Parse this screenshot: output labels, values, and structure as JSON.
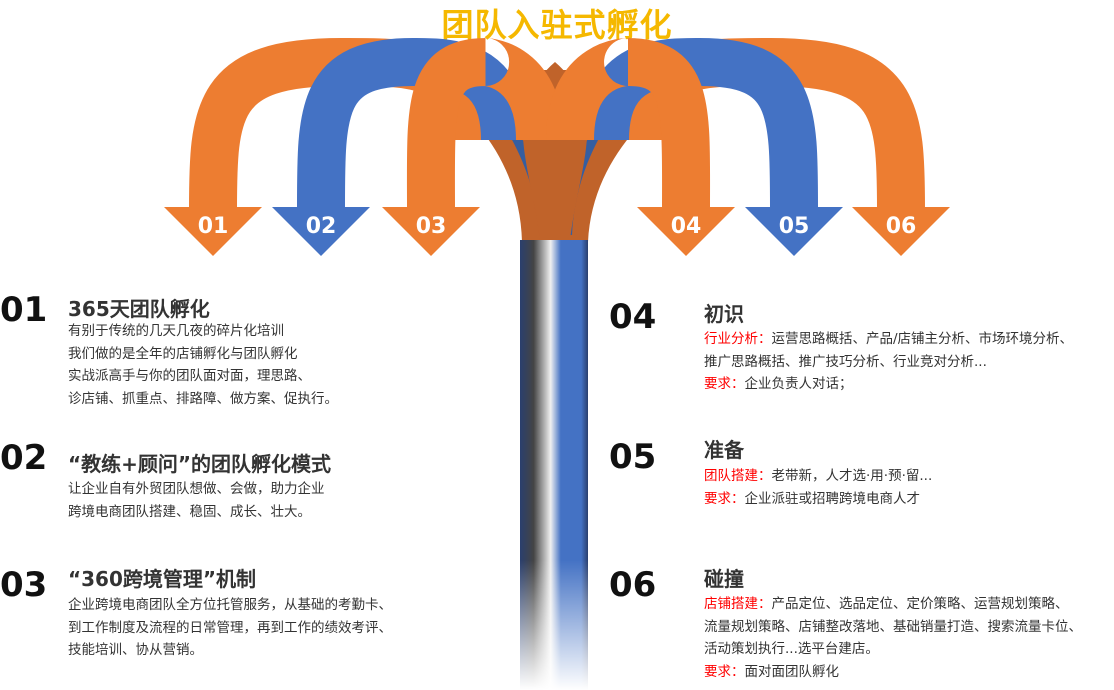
{
  "title": "团队入驻式孵化",
  "colors": {
    "orange": "#ed7d31",
    "blue": "#4472c4",
    "brown": "#c0632a",
    "title": "#f5b800",
    "accent_red": "#ff0000"
  },
  "arrows": [
    "01",
    "02",
    "03",
    "04",
    "05",
    "06"
  ],
  "left_items": [
    {
      "num": "01",
      "heading": "365天团队孵化",
      "lines": [
        "有别于传统的几天几夜的碎片化培训",
        "我们做的是全年的店铺孵化与团队孵化",
        "实战派高手与你的团队面对面，理思路、",
        "诊店铺、抓重点、排路障、做方案、促执行。"
      ]
    },
    {
      "num": "02",
      "heading": "“教练+顾问”的团队孵化模式",
      "lines": [
        "让企业自有外贸团队想做、会做，助力企业",
        "跨境电商团队搭建、稳固、成长、壮大。"
      ]
    },
    {
      "num": "03",
      "heading": "“360跨境管理”机制",
      "lines": [
        "企业跨境电商团队全方位托管服务，从基础的考勤卡、",
        "到工作制度及流程的日常管理，再到工作的绩效考评、",
        "技能培训、协从营销。"
      ]
    }
  ],
  "right_items": [
    {
      "num": "04",
      "heading": "初识",
      "label1": "行业分析：",
      "text1": "运营思路概括、产品/店铺主分析、市场环境分析、",
      "more": [
        "推广思路概括、推广技巧分析、行业竞对分析..."
      ],
      "label2": "要求：",
      "text2": "企业负责人对话；"
    },
    {
      "num": "05",
      "heading": "准备",
      "label1": "团队搭建：",
      "text1": "老带新，人才选·用·预·留...",
      "more": [],
      "label2": "要求：",
      "text2": "企业派驻或招聘跨境电商人才"
    },
    {
      "num": "06",
      "heading": "碰撞",
      "label1": "店铺搭建：",
      "text1": "产品定位、选品定位、定价策略、运营规划策略、",
      "more": [
        "流量规划策略、店铺整改落地、基础销量打造、搜索流量卡位、",
        "活动策划执行...选平台建店。"
      ],
      "label2": "要求：",
      "text2": "面对面团队孵化"
    }
  ]
}
